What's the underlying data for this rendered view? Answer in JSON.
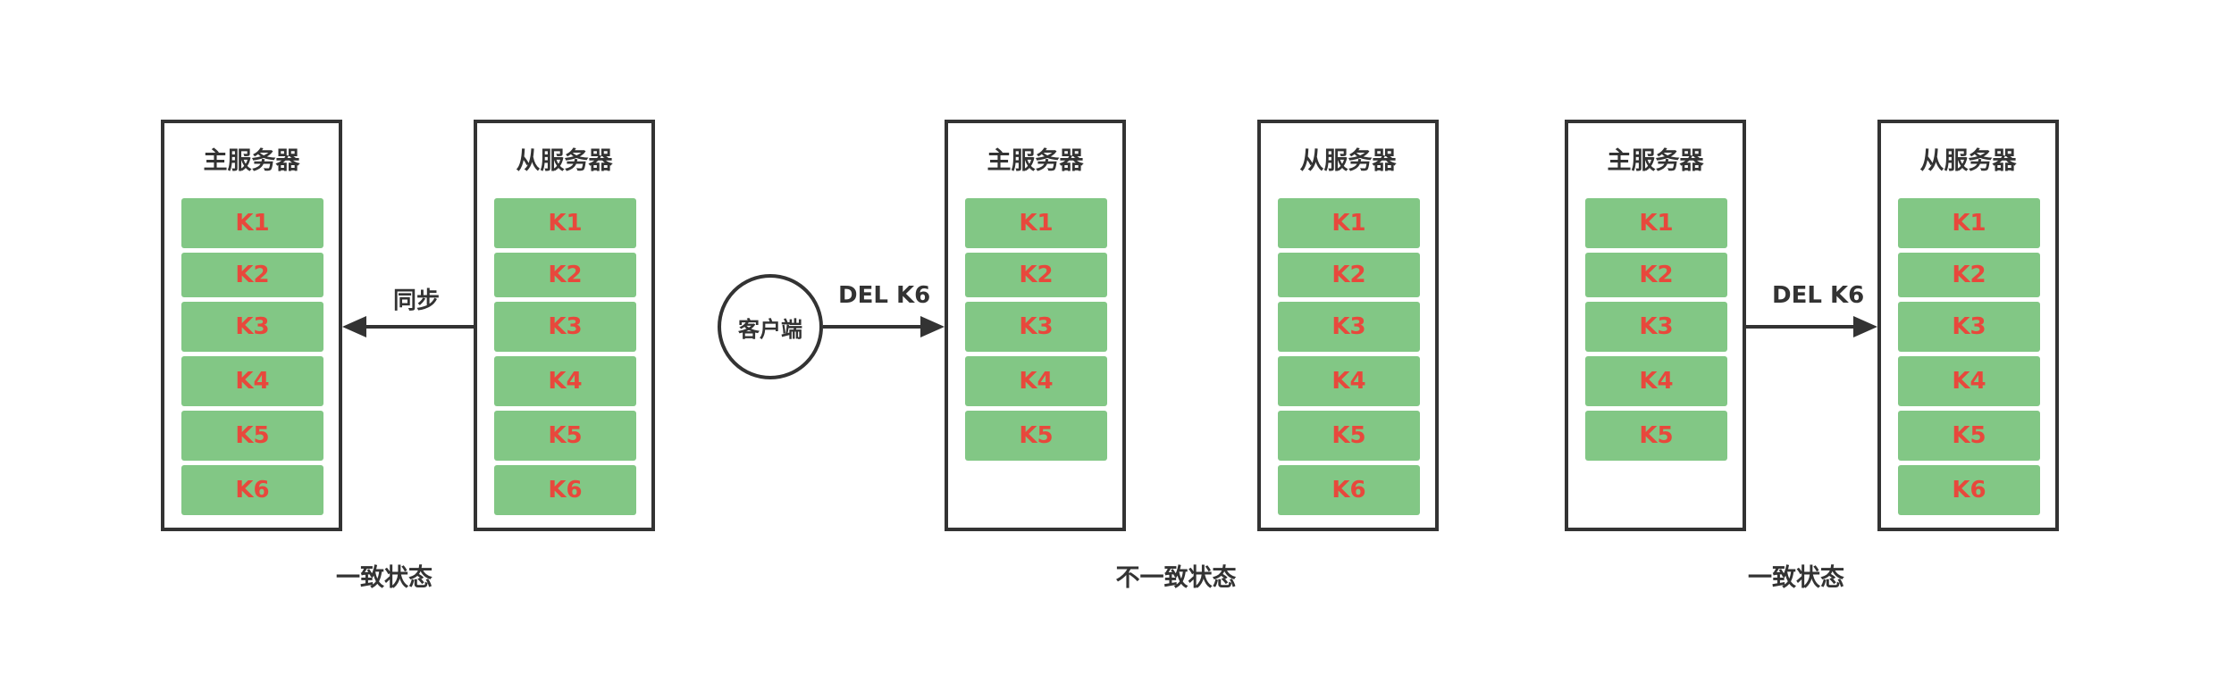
{
  "scenarios": [
    {
      "caption": "一致状态",
      "arrow_label": "同步",
      "left": {
        "title": "主服务器",
        "keys": [
          "K1",
          "K2",
          "K3",
          "K4",
          "K5",
          "K6"
        ]
      },
      "right": {
        "title": "从服务器",
        "keys": [
          "K1",
          "K2",
          "K3",
          "K4",
          "K5",
          "K6"
        ]
      }
    },
    {
      "caption": "不一致状态",
      "client_label": "客户端",
      "arrow_label": "DEL K6",
      "left": {
        "title": "主服务器",
        "keys": [
          "K1",
          "K2",
          "K3",
          "K4",
          "K5"
        ]
      },
      "right": {
        "title": "从服务器",
        "keys": [
          "K1",
          "K2",
          "K3",
          "K4",
          "K5",
          "K6"
        ]
      }
    },
    {
      "caption": "一致状态",
      "arrow_label": "DEL K6",
      "left": {
        "title": "主服务器",
        "keys": [
          "K1",
          "K2",
          "K3",
          "K4",
          "K5"
        ]
      },
      "right": {
        "title": "从服务器",
        "keys": [
          "K1",
          "K2",
          "K3",
          "K4",
          "K5",
          "K6"
        ]
      }
    }
  ],
  "colors": {
    "key_fill": "#82c785",
    "key_text": "#e8483c",
    "stroke": "#333333"
  }
}
